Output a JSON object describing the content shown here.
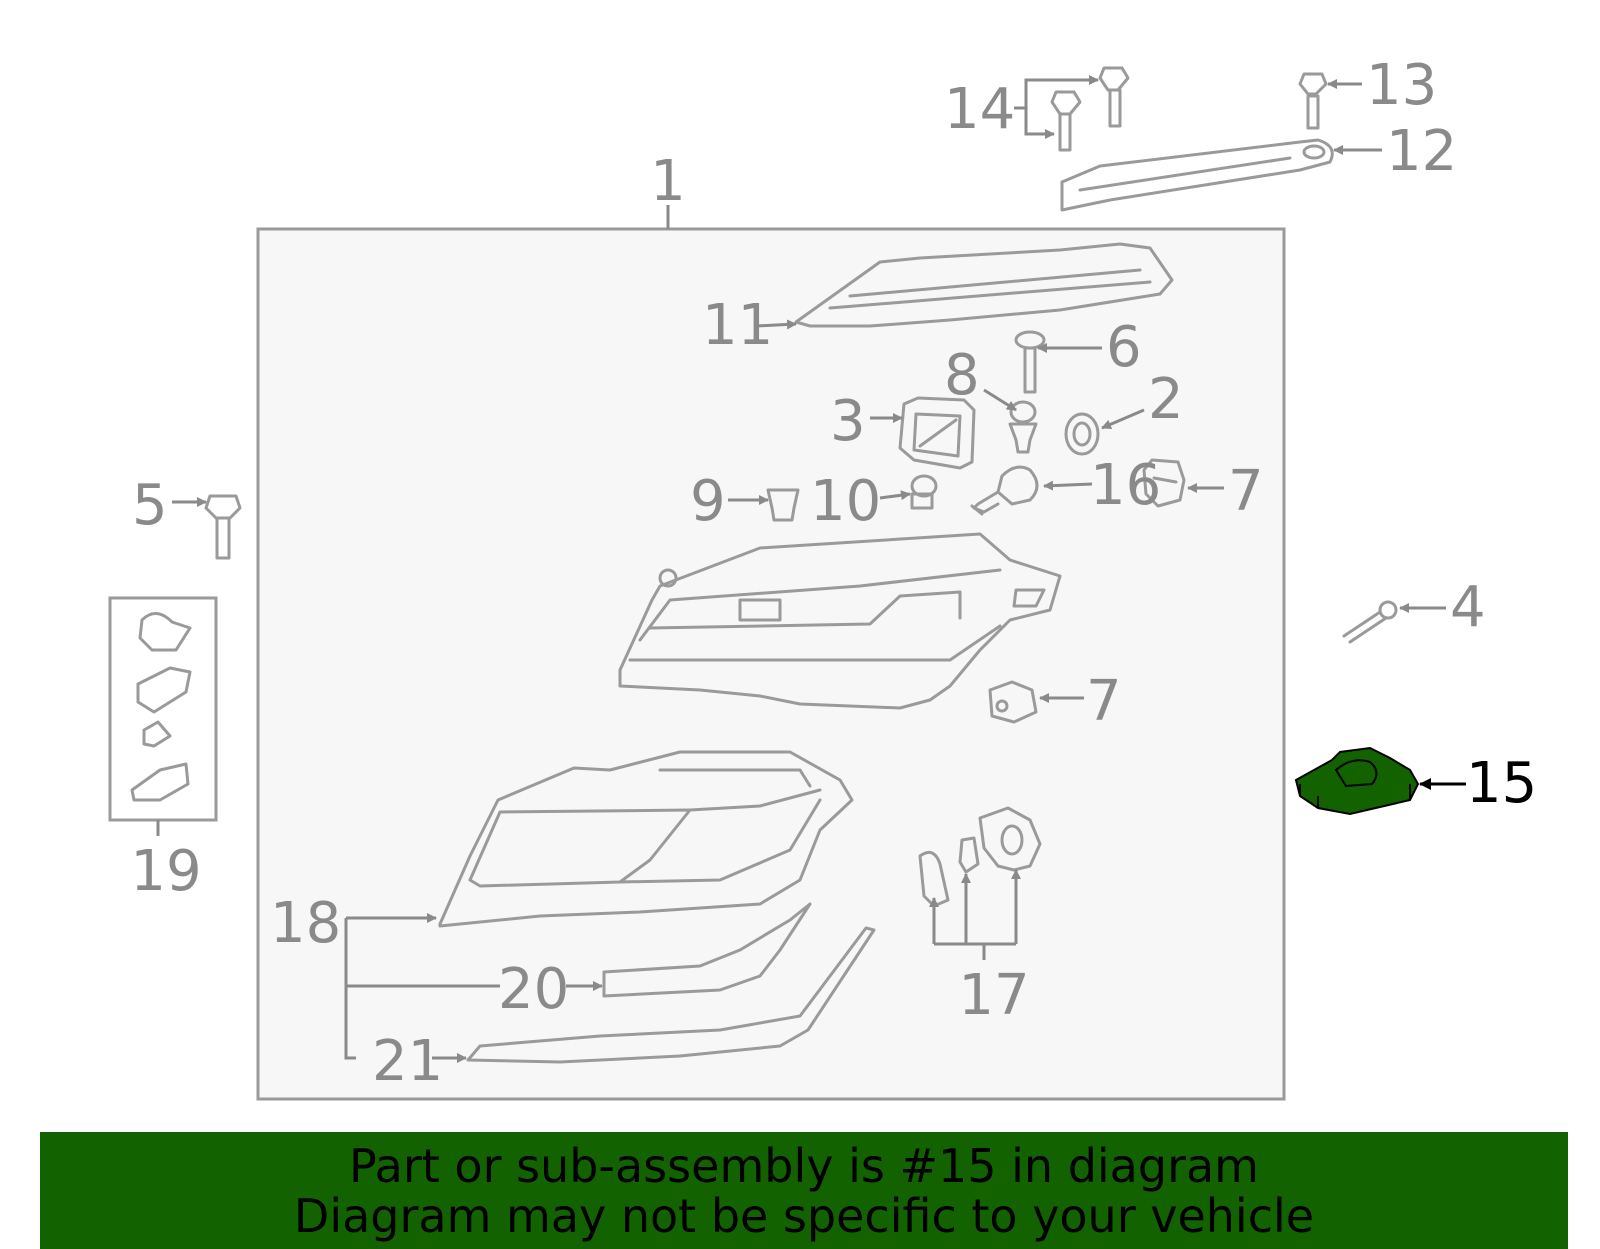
{
  "labels": {
    "l1": "1",
    "l2": "2",
    "l3": "3",
    "l4": "4",
    "l5": "5",
    "l6": "6",
    "l7a": "7",
    "l7b": "7",
    "l8": "8",
    "l9": "9",
    "l10": "10",
    "l11": "11",
    "l12": "12",
    "l13": "13",
    "l14": "14",
    "l15": "15",
    "l16": "16",
    "l17": "17",
    "l18": "18",
    "l19": "19",
    "l20": "20",
    "l21": "21"
  },
  "highlight": {
    "part_number": "15",
    "color": "#136200"
  },
  "banner": {
    "line1": "Part or sub-assembly is #15 in diagram",
    "line2": "Diagram may not be specific to your vehicle",
    "background": "#136200"
  }
}
